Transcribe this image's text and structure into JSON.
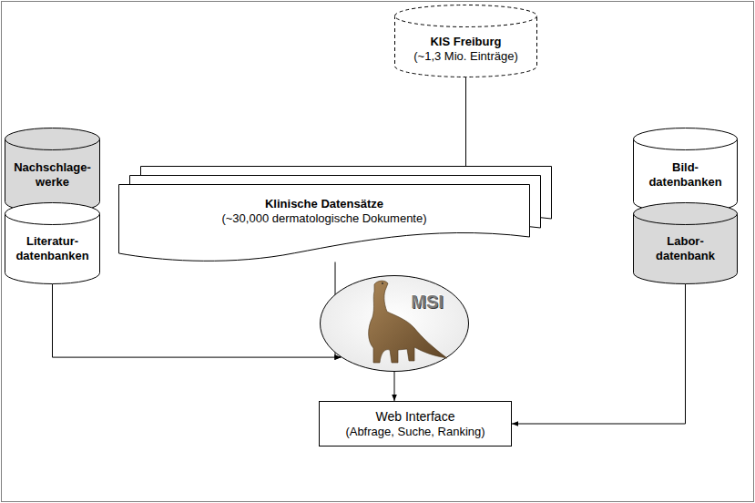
{
  "diagram": {
    "nodes": [
      {
        "text": [
          "KIS Freiburg",
          "(~1,3 Mio. Einträge)"
        ]
      },
      {
        "text": [
          "Nachschlage- werke"
        ]
      },
      {
        "text": [
          "Literatur- datenbanken"
        ]
      },
      {
        "text": [
          "Klinische Datensätze",
          "(~30,000 dermatologische Dokumente)"
        ]
      },
      {
        "text": [
          "Bild- datenbanken"
        ]
      },
      {
        "text": [
          "Labor- datenbank"
        ]
      },
      {
        "text": [
          "MSI"
        ]
      },
      {
        "text": [
          "Web Interface",
          "(Abfrage, Suche, Ranking)"
        ]
      }
    ],
    "edges": [
      {
        "from": 0,
        "to": 3,
        "arrow": "none"
      },
      {
        "from": 3,
        "to": 6,
        "arrow": "to"
      },
      {
        "from": 2,
        "to": 6,
        "arrow": "to"
      },
      {
        "from": 6,
        "to": 7,
        "arrow": "to"
      },
      {
        "from": 5,
        "to": 7,
        "arrow": "to"
      }
    ]
  }
}
